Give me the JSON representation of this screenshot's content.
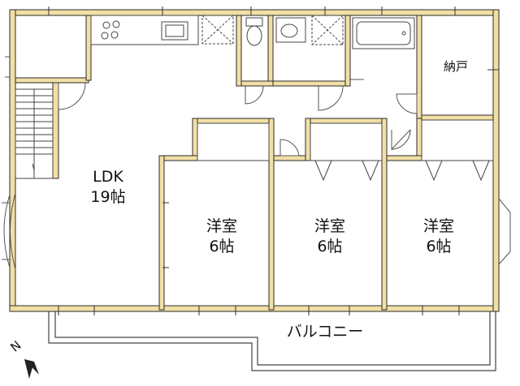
{
  "rooms": {
    "ldk": {
      "name": "LDK",
      "size": "19帖"
    },
    "bed1": {
      "name": "洋室",
      "size": "6帖"
    },
    "bed2": {
      "name": "洋室",
      "size": "6帖"
    },
    "bed3": {
      "name": "洋室",
      "size": "6帖"
    },
    "storage": {
      "name": "納戸"
    },
    "balcony": {
      "name": "バルコニー"
    }
  },
  "compass": {
    "label": "N"
  },
  "colors": {
    "wall_fill": "#f2dfa6",
    "wall_line": "#2b2b2b",
    "thin_line": "#555555"
  }
}
